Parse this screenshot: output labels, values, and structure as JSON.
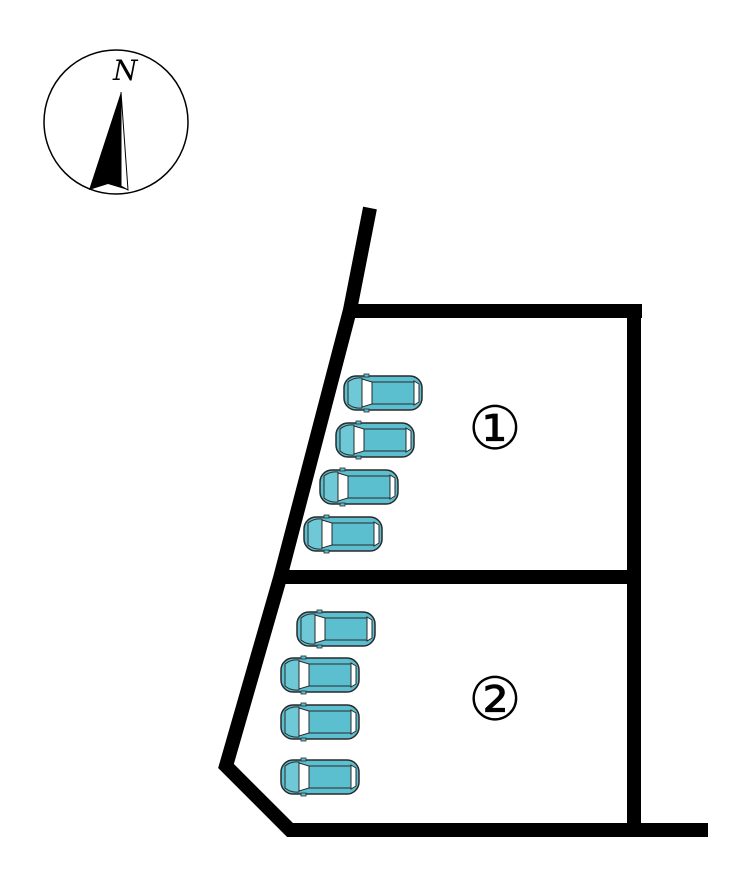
{
  "compass": {
    "north_label": "N",
    "icon": "north-arrow-icon"
  },
  "lots": [
    {
      "id": "lot-1",
      "label": "①",
      "car_count": 4
    },
    {
      "id": "lot-2",
      "label": "②",
      "car_count": 4
    }
  ],
  "colors": {
    "boundary": "#000000",
    "car_body": "#5bbfd0",
    "car_glass": "#ffffff",
    "car_outline": "#2a2a2a"
  }
}
